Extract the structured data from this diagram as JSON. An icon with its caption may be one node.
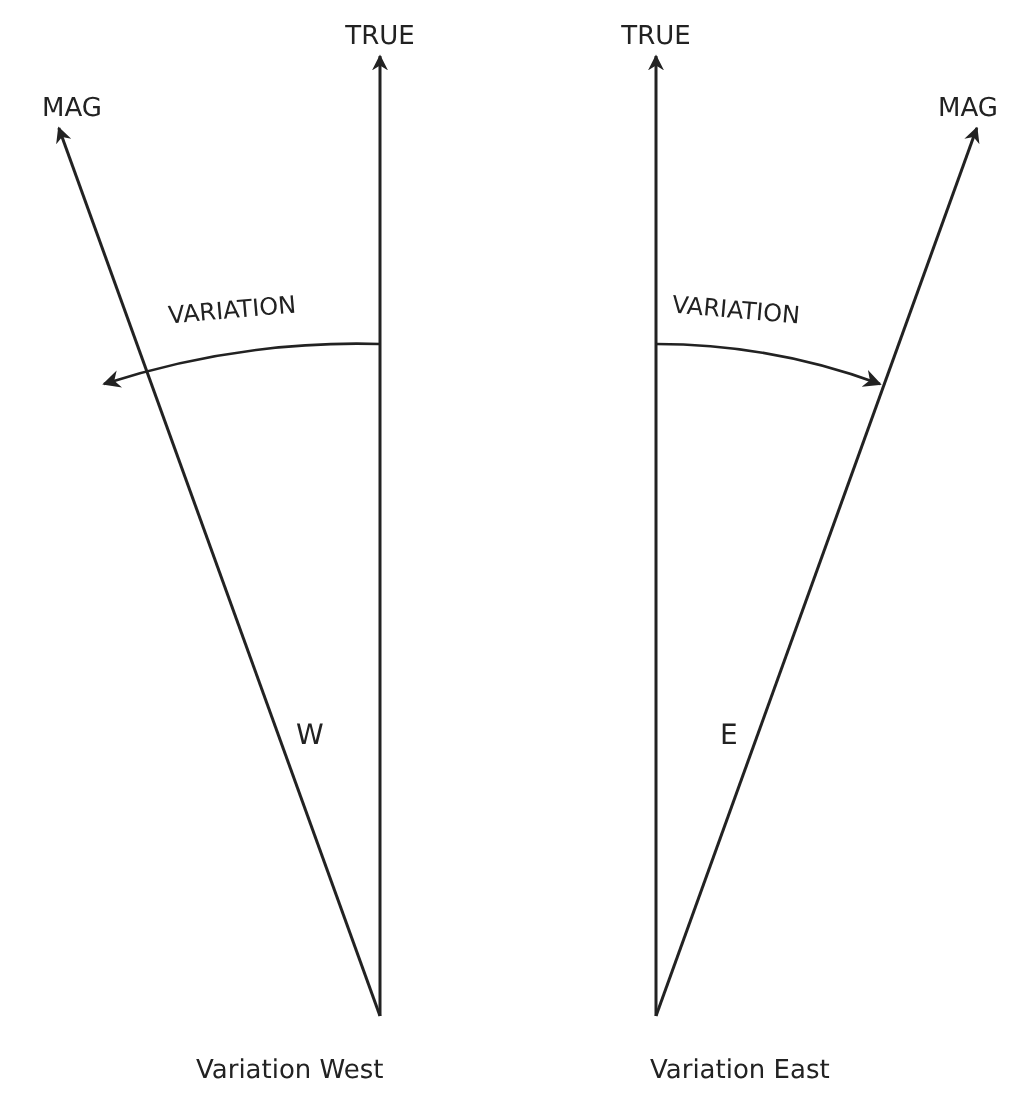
{
  "diagram": {
    "nodes": [
      {
        "text": [
          "MAG"
        ]
      },
      {
        "text": [
          "TRUE"
        ]
      },
      {
        "text": [
          "TRUE"
        ]
      },
      {
        "text": [
          "MAG"
        ]
      }
    ],
    "edges": [
      {
        "from": null,
        "to": 0,
        "arrow": "to"
      },
      {
        "from": null,
        "to": 1,
        "arrow": "to"
      },
      {
        "from": null,
        "to": 2,
        "arrow": "to"
      },
      {
        "from": null,
        "to": 3,
        "arrow": "to"
      }
    ],
    "labels": [
      "VARIATION",
      "VARIATION",
      "W",
      "E",
      "Variation West",
      "Variation East"
    ]
  }
}
